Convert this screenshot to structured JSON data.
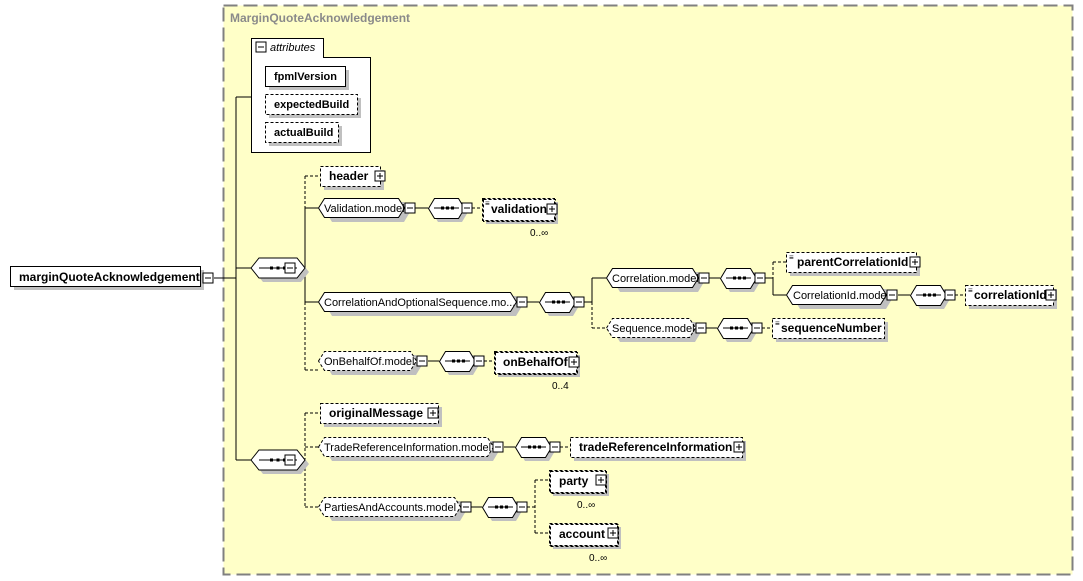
{
  "diagram": {
    "frame_title": "MarginQuoteAcknowledgement",
    "root": {
      "label": "marginQuoteAcknowledgement",
      "expander": "collapse"
    },
    "attributes": {
      "title": "attributes",
      "items": [
        {
          "label": "fpmlVersion",
          "required": true
        },
        {
          "label": "expectedBuild",
          "required": false
        },
        {
          "label": "actualBuild",
          "required": false
        }
      ]
    },
    "sequence1": {
      "children": {
        "header": {
          "label": "header",
          "optional": true,
          "expander": "expand"
        },
        "validation_model": {
          "label": "Validation.model"
        },
        "validation": {
          "label": "validation",
          "optional": true,
          "cardinality": "0..∞",
          "expander": "expand"
        },
        "correlation_seq_model": {
          "label": "CorrelationAndOptionalSequence.mo..."
        },
        "correlation_model": {
          "label": "Correlation.model"
        },
        "parent_correlation_id": {
          "label": "parentCorrelationId",
          "optional": true,
          "expander": "expand"
        },
        "correlation_id_model": {
          "label": "CorrelationId.model"
        },
        "correlation_id": {
          "label": "correlationId",
          "optional": false,
          "expander": "expand"
        },
        "sequence_model": {
          "label": "Sequence.model",
          "optional": true
        },
        "sequence_number": {
          "label": "sequenceNumber",
          "optional": true
        },
        "on_behalf_of_model": {
          "label": "OnBehalfOf.model",
          "optional": true
        },
        "on_behalf_of": {
          "label": "onBehalfOf",
          "optional": true,
          "cardinality": "0..4",
          "expander": "expand"
        }
      }
    },
    "sequence2": {
      "children": {
        "original_message": {
          "label": "originalMessage",
          "optional": true,
          "expander": "expand"
        },
        "trade_ref_info_model": {
          "label": "TradeReferenceInformation.model",
          "optional": true
        },
        "trade_ref_info": {
          "label": "tradeReferenceInformation",
          "optional": true,
          "expander": "expand"
        },
        "parties_accounts_model": {
          "label": "PartiesAndAccounts.model",
          "optional": true
        },
        "party": {
          "label": "party",
          "optional": true,
          "cardinality": "0..∞",
          "expander": "expand"
        },
        "account": {
          "label": "account",
          "optional": true,
          "cardinality": "0..∞",
          "expander": "expand"
        }
      }
    },
    "colors": {
      "frame_bg": "#ffffc8",
      "frame_border": "#808080",
      "shadow": "#c0c0c0",
      "box_bg": "#ffffff"
    }
  }
}
